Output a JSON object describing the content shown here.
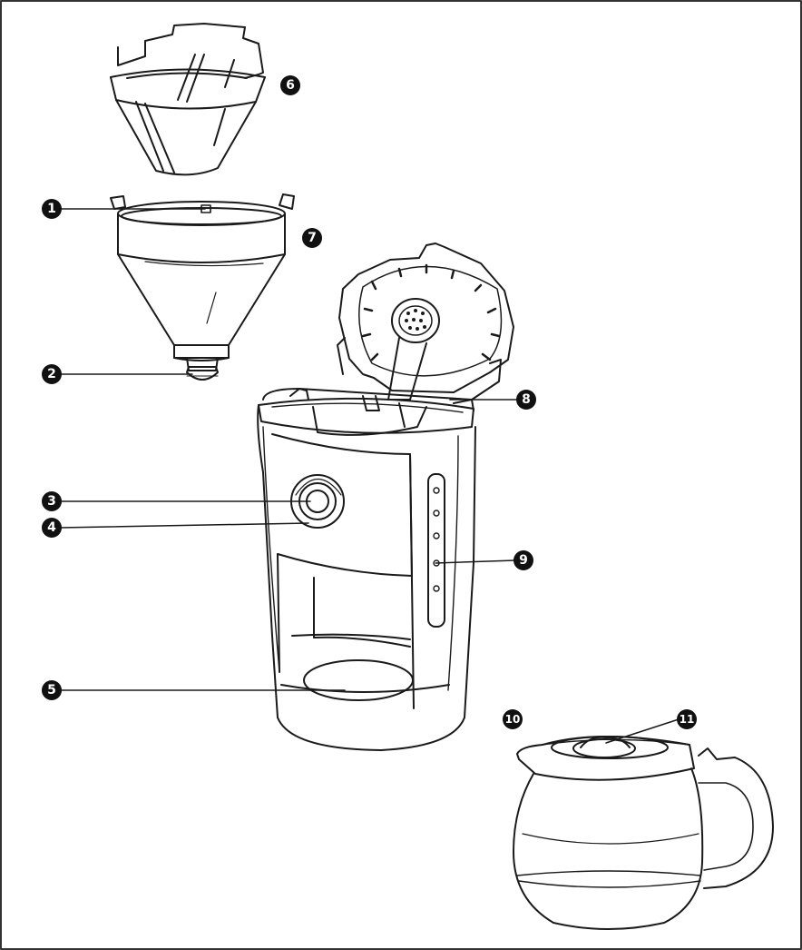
{
  "callouts": [
    {
      "id": "1",
      "text": "1"
    },
    {
      "id": "2",
      "text": "2"
    },
    {
      "id": "3",
      "text": "3"
    },
    {
      "id": "4",
      "text": "4"
    },
    {
      "id": "5",
      "text": "5"
    },
    {
      "id": "6",
      "text": "6"
    },
    {
      "id": "7",
      "text": "7"
    },
    {
      "id": "8",
      "text": "8"
    },
    {
      "id": "9",
      "text": "9"
    },
    {
      "id": "10",
      "text": "10"
    },
    {
      "id": "11",
      "text": "11"
    }
  ],
  "colors": {
    "line": "#1a1a1a",
    "badge": "#111111",
    "badge_text": "#ffffff",
    "background": "#ffffff"
  }
}
